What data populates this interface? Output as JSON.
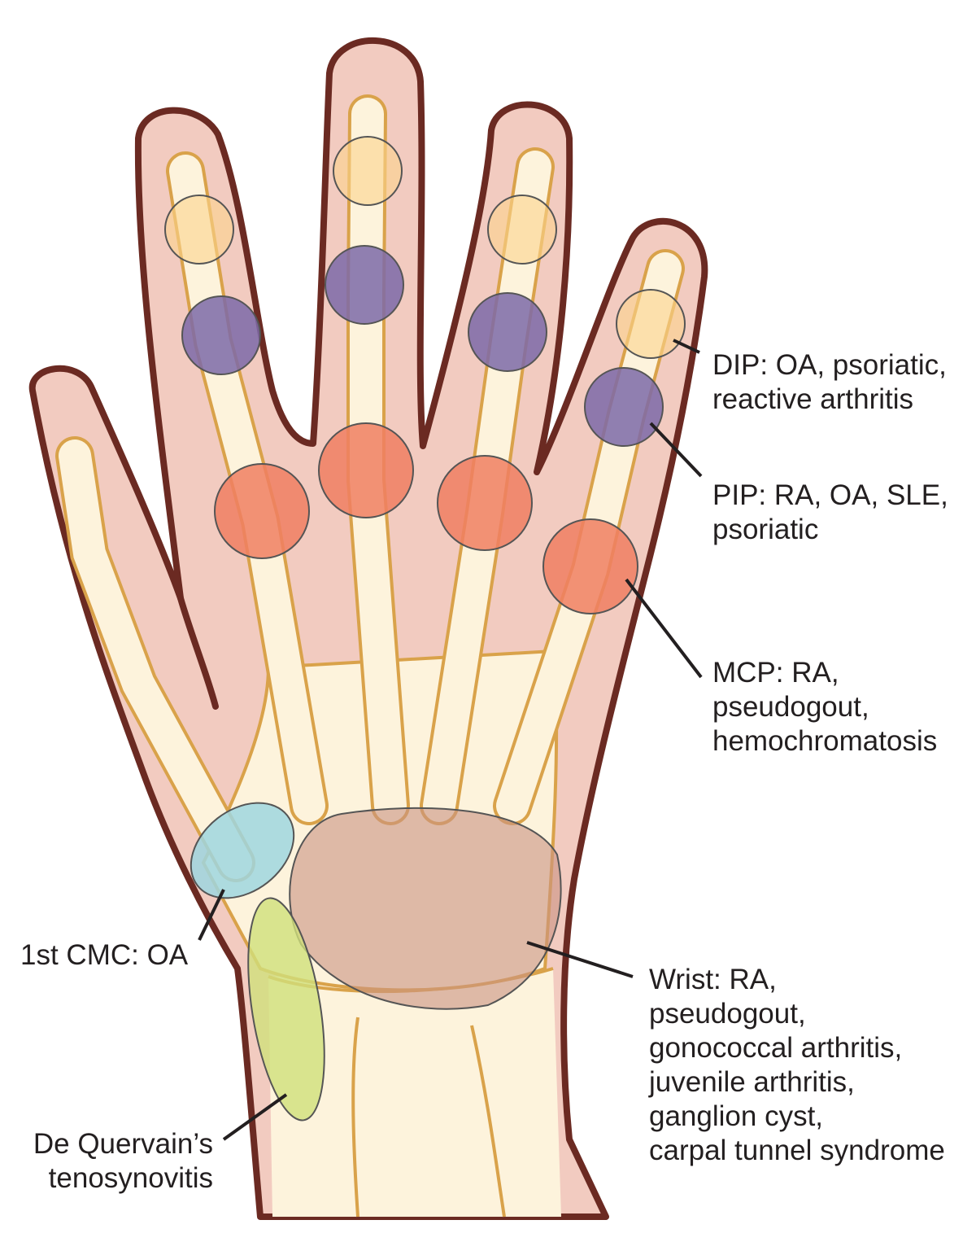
{
  "colors": {
    "skin": "#f2cbc0",
    "outline": "#6b2a22",
    "bone": "#fdf3dc",
    "bone_edge": "#d9a24a",
    "dip": "#fcd48c",
    "pip": "#7d6aa8",
    "mcp": "#f07f62",
    "cmc": "#9fd6df",
    "wrist": "#c99282",
    "de_quervain": "#cfe07a"
  },
  "labels": {
    "dip": [
      "DIP: OA, psoriatic,",
      "reactive arthritis"
    ],
    "pip": [
      "PIP: RA, OA, SLE,",
      "psoriatic"
    ],
    "mcp": [
      "MCP: RA,",
      "pseudogout,",
      "hemochromatosis"
    ],
    "cmc": [
      "1st CMC: OA"
    ],
    "wrist": [
      "Wrist: RA,",
      "pseudogout,",
      "gonococcal arthritis,",
      "juvenile arthritis,",
      "ganglion cyst,",
      "carpal tunnel syndrome"
    ],
    "de_quervain": [
      "De Quervain’s",
      "tenosynovitis"
    ]
  }
}
